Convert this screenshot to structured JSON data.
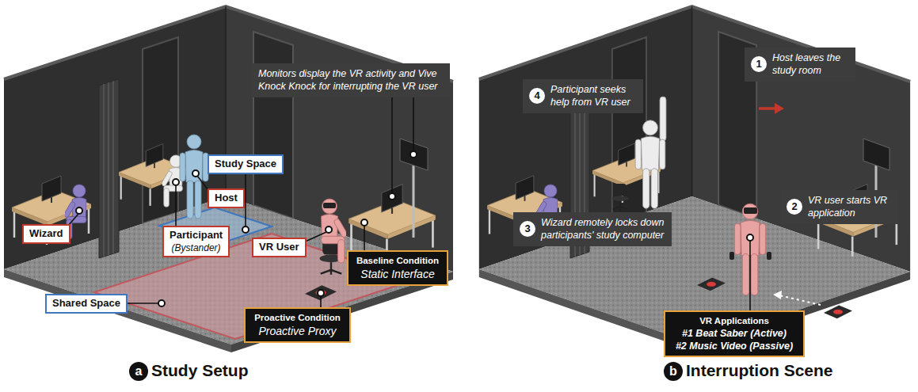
{
  "diagram": {
    "nodes": [
      {
        "text": [
          "Monitors display the VR activity and Vive Knock Knock for interrupting the VR user"
        ]
      },
      {
        "text": [
          "Study Space"
        ]
      },
      {
        "text": [
          "Host"
        ]
      },
      {
        "text": [
          "Wizard"
        ]
      },
      {
        "text": [
          "Participant",
          "(Bystander)"
        ]
      },
      {
        "text": [
          "VR User"
        ]
      },
      {
        "text": [
          "Baseline Condition",
          "Static Interface"
        ]
      },
      {
        "text": [
          "Shared Space"
        ]
      },
      {
        "text": [
          "Proactive Condition",
          "Proactive Proxy"
        ]
      },
      {
        "text": [
          "1",
          "Host leaves the study room"
        ]
      },
      {
        "text": [
          "4",
          "Participant seeks help from VR user"
        ]
      },
      {
        "text": [
          "2",
          "VR user starts VR application"
        ]
      },
      {
        "text": [
          "3",
          "Wizard remotely locks down participants' study computer"
        ]
      },
      {
        "text": [
          "VR Applications",
          "#1 Beat Saber (Active)",
          "#2 Music Video (Passive)"
        ]
      }
    ],
    "labels": [
      "a",
      "Study Setup",
      "b",
      "Interruption Scene"
    ]
  }
}
